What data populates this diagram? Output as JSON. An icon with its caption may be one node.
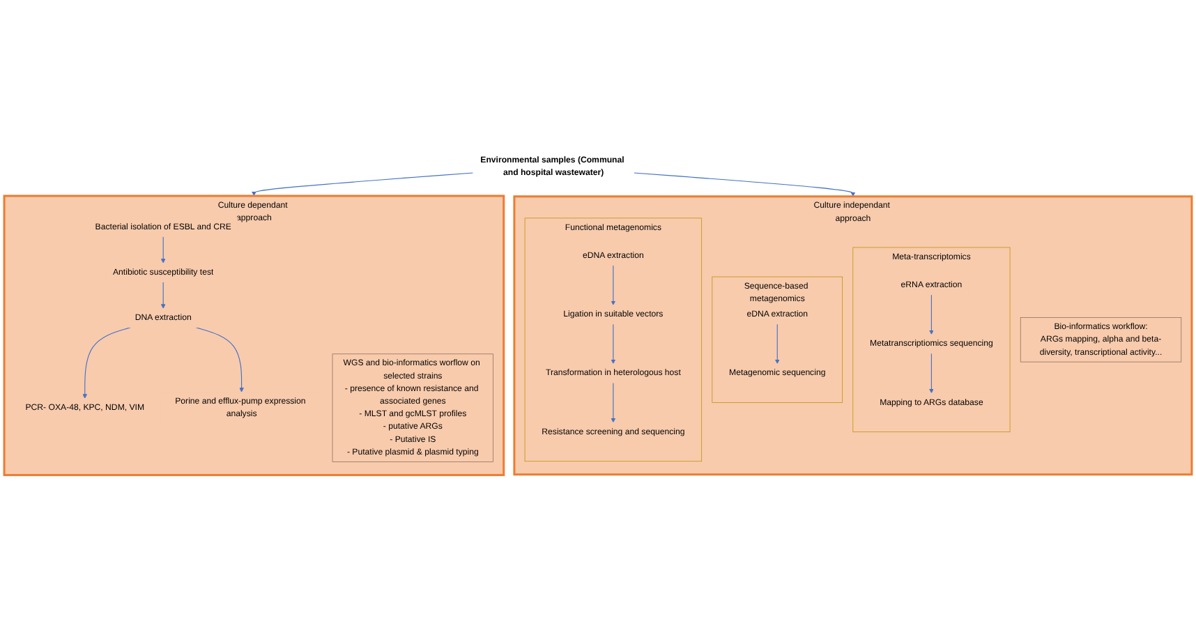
{
  "diagram": {
    "nodes": [
      {
        "text": [
          "Environmental samples (Communal and hospital wastewater)"
        ]
      },
      {
        "text": [
          "Culture dependant approach"
        ]
      },
      {
        "text": [
          "Bacterial isolation of ESBL and CRE"
        ],
        "in": 1
      },
      {
        "text": [
          "Antibiotic susceptibility test"
        ],
        "in": 1
      },
      {
        "text": [
          "DNA extraction"
        ],
        "in": 1
      },
      {
        "text": [
          "PCR- OXA-48, KPC, NDM, VIM"
        ],
        "in": 1
      },
      {
        "text": [
          "Porine and efflux-pump expression analysis"
        ],
        "in": 1
      },
      {
        "text": [
          "WGS and bio-informatics worflow on selected strains",
          "- presence of known resistance and associated genes",
          "- MLST and gcMLST profiles",
          "- putative ARGs",
          "- Putative IS",
          "- Putative plasmid & plasmid typing"
        ],
        "in": 1
      },
      {
        "text": [
          "Culture independant approach"
        ]
      },
      {
        "text": [
          "Functional metagenomics"
        ],
        "in": 8
      },
      {
        "text": [
          "eDNA extraction"
        ],
        "in": 9
      },
      {
        "text": [
          "Ligation in suitable vectors"
        ],
        "in": 9
      },
      {
        "text": [
          "Transformation in heterologous host"
        ],
        "in": 9
      },
      {
        "text": [
          "Resistance screening and sequencing"
        ],
        "in": 9
      },
      {
        "text": [
          "Sequence-based metagenomics"
        ],
        "in": 8
      },
      {
        "text": [
          "eDNA extraction"
        ],
        "in": 14
      },
      {
        "text": [
          "Metagenomic sequencing"
        ],
        "in": 14
      },
      {
        "text": [
          "Meta-transcriptomics"
        ],
        "in": 8
      },
      {
        "text": [
          "eRNA extraction"
        ],
        "in": 17
      },
      {
        "text": [
          "Metatranscriptiomics sequencing"
        ],
        "in": 17
      },
      {
        "text": [
          "Mapping to ARGs database"
        ],
        "in": 17
      },
      {
        "text": [
          "Bio-informatics workflow:",
          "ARGs mapping, alpha and beta-diversity, transcriptional activity..."
        ],
        "in": 8
      }
    ],
    "edges": [
      {
        "from": 0,
        "to": 1,
        "arrow": "to"
      },
      {
        "from": 0,
        "to": 8,
        "arrow": "to"
      },
      {
        "from": 2,
        "to": 3,
        "arrow": "to"
      },
      {
        "from": 3,
        "to": 4,
        "arrow": "to"
      },
      {
        "from": 4,
        "to": 5,
        "arrow": "to"
      },
      {
        "from": 4,
        "to": 6,
        "arrow": "to"
      },
      {
        "from": 10,
        "to": 11,
        "arrow": "to"
      },
      {
        "from": 11,
        "to": 12,
        "arrow": "to"
      },
      {
        "from": 12,
        "to": 13,
        "arrow": "to"
      },
      {
        "from": 15,
        "to": 16,
        "arrow": "to"
      },
      {
        "from": 18,
        "to": 19,
        "arrow": "to"
      },
      {
        "from": 19,
        "to": 20,
        "arrow": "to"
      }
    ]
  }
}
